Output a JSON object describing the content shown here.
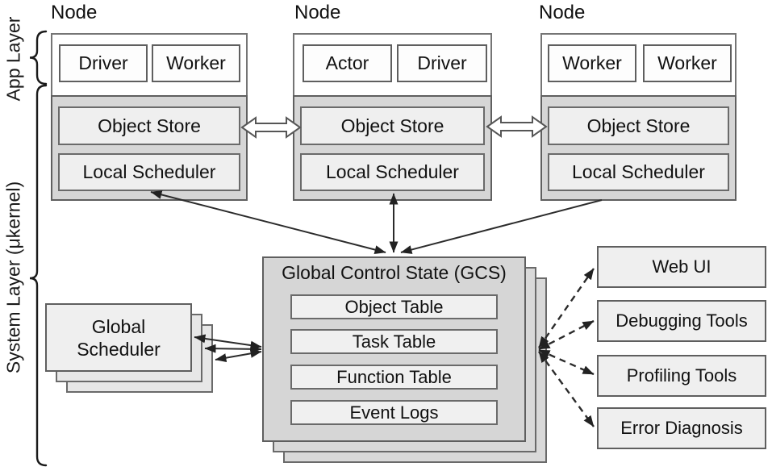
{
  "layers": {
    "app_label": "App Layer",
    "system_label": "System Layer (μkernel)"
  },
  "nodes": [
    {
      "title": "Node",
      "processes": [
        "Driver",
        "Worker"
      ],
      "object_store_label": "Object Store",
      "local_scheduler_label": "Local Scheduler"
    },
    {
      "title": "Node",
      "processes": [
        "Actor",
        "Driver"
      ],
      "object_store_label": "Object Store",
      "local_scheduler_label": "Local Scheduler"
    },
    {
      "title": "Node",
      "processes": [
        "Worker",
        "Worker"
      ],
      "object_store_label": "Object Store",
      "local_scheduler_label": "Local Scheduler"
    }
  ],
  "gcs": {
    "title": "Global Control State (GCS)",
    "tables": [
      "Object Table",
      "Task Table",
      "Function Table",
      "Event Logs"
    ]
  },
  "global_scheduler": {
    "line1": "Global",
    "line2": "Scheduler"
  },
  "tools": [
    "Web UI",
    "Debugging Tools",
    "Profiling Tools",
    "Error Diagnosis"
  ],
  "palette": {
    "panel_gray": "#d6d6d6",
    "box_light": "#efefef",
    "border_dark": "#5f5f5f",
    "arrow_black": "#222222",
    "background": "#ffffff"
  }
}
